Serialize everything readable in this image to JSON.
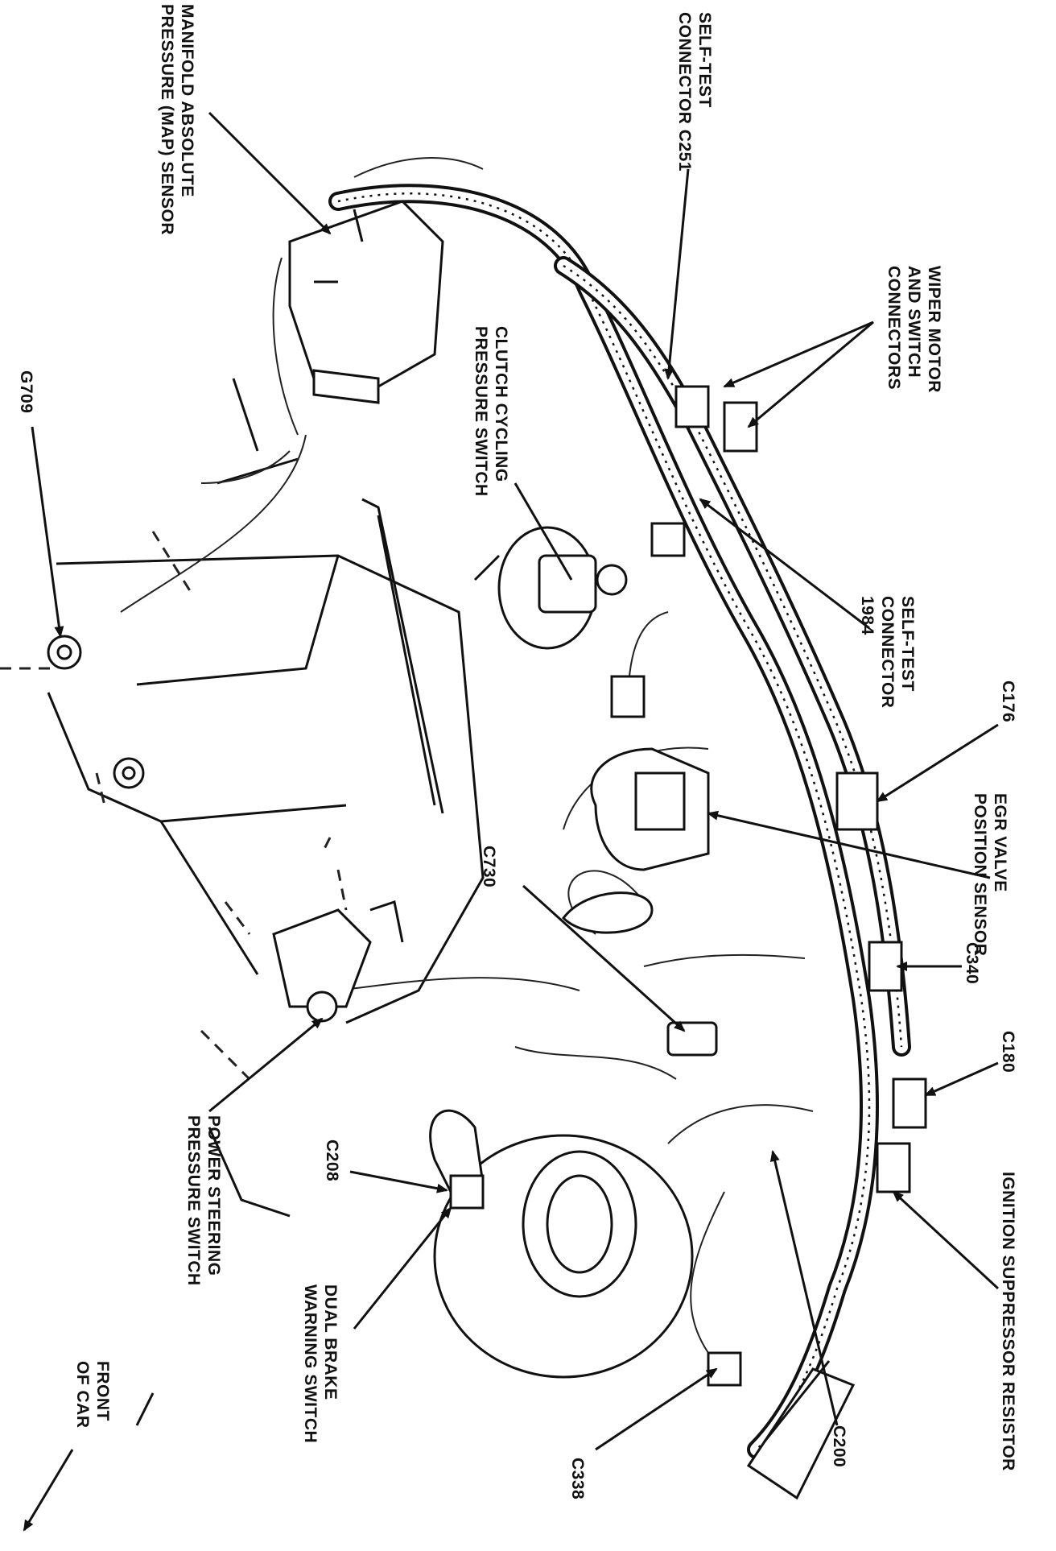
{
  "labels": {
    "map_sensor": "MANIFOLD ABSOLUTE\nPRESSURE (MAP) SENSOR",
    "self_test_c251": "SELF-TEST\nCONNECTOR C251",
    "wiper_motor": "WIPER MOTOR\nAND SWITCH\nCONNECTORS",
    "clutch_cycling": "CLUTCH CYCLING\nPRESSURE SWITCH",
    "g709": "G709",
    "self_test_1984": "SELF-TEST\nCONNECTOR\n1984",
    "c176": "C176",
    "egr_valve": "EGR VALVE\nPOSITION SENSOR",
    "c730": "C730",
    "c340": "C340",
    "c180": "C180",
    "power_steering": "POWER STEERING\nPRESSURE SWITCH",
    "c208": "C208",
    "ignition_suppressor": "IGNITION SUPPRESSOR RESISTOR",
    "dual_brake": "DUAL BRAKE\nWARNING SWITCH",
    "c338": "C338",
    "c200": "C200",
    "front_of_car": "FRONT\nOF CAR"
  }
}
